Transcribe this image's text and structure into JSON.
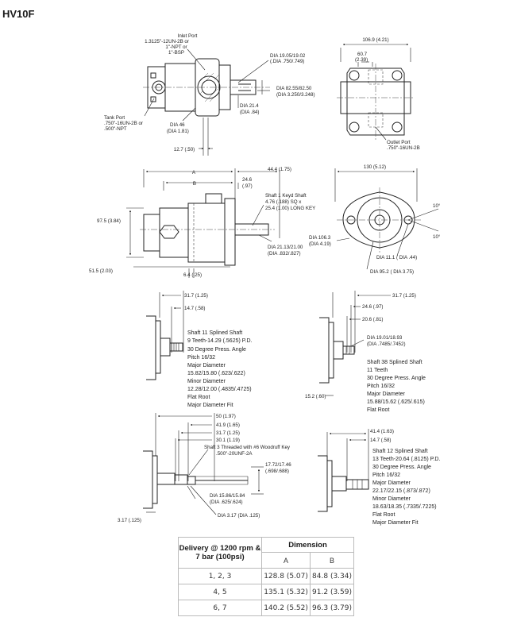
{
  "title": "HV10F",
  "top_view": {
    "inlet_port": [
      "Inlet Port",
      "1.3125\"-12UN-2B or",
      "1\"-NPT or",
      "1\"-BSP"
    ],
    "tank_port": [
      "Tank Port",
      ".750\"-16UN-2B or",
      ".500\"-NPT"
    ],
    "dia_shaft": [
      "DIA 19.05/19.02",
      "(.DIA .750/.749)"
    ],
    "dia_pilot": [
      "DIA 82.55/82.50",
      "(DIA 3.250/3.248)"
    ],
    "dia_21": [
      "DIA 21.4",
      "(DIA .84)"
    ],
    "dia_46": [
      "DIA 46",
      "(DIA 1.81)"
    ],
    "dim_12": "12.7 (.50)"
  },
  "end_view": {
    "dim_106": "106.9 (4.21)",
    "dim_60": [
      "60.7",
      "(2.39)"
    ],
    "outlet_port": [
      "Outlet Port",
      ".750\"-16UN-2B"
    ]
  },
  "side_view": {
    "a": "A",
    "b": "B",
    "dim_44": "44.4 (1.75)",
    "dim_24": [
      "24.6",
      "(.97)"
    ],
    "shaft1": [
      "Shaft 1 Keyd Shaft",
      "4.76 (.188) SQ x",
      "25.4 (1.00) LONG KEY"
    ],
    "dim_97": "97.5 (3.84)",
    "dim_51": "51.5 (2.03)",
    "dim_6": "6.4 (.25)",
    "dia_21_13": [
      "DIA 21.13/21.00",
      "(DIA .832/.827)"
    ]
  },
  "flange_view": {
    "dim_130": "130 (5.12)",
    "angle_top": "10°",
    "angle_bot": "10°",
    "dia_106": [
      "DIA 106.3",
      "(DIA 4.19)"
    ],
    "dia_11": "DIA 11.1 ( DIA .44)",
    "dia_95": "DIA 95.2 ( DIA 3.75)"
  },
  "shaft11": {
    "d1": "31.7 (1.25)",
    "d2": "14.7 (.58)",
    "text": [
      "Shaft 11 Splined Shaft",
      "9 Teeth-14.29 (.5625) P.D.",
      "30 Degree Press. Angle",
      "Pitch 16/32",
      "Major Diameter",
      "15.82/15.80 (.623/.622)",
      "Minor Diameter",
      "12.28/12.00 (.4835/.4725)",
      "Flat Root",
      "Major Diameter Fit"
    ]
  },
  "shaft38": {
    "d1": "31.7 (1.25)",
    "d2": "24.6 (.97)",
    "d3": "20.6 (.81)",
    "dia": [
      "DIA 19.01/18.93",
      "(DIA .7485/.7452)"
    ],
    "d4": "15.2 (.60)",
    "text": [
      "Shaft 38 Splined Shaft",
      "11 Teeth",
      "30 Degree Press. Angle",
      "Pitch 16/32",
      "Major Diameter",
      "15.88/15.62 (.625/.615)",
      "Flat Root"
    ]
  },
  "shaft3": {
    "d1": "50 (1.97)",
    "d2": "41.9 (1.65)",
    "d3": "31.7 (1.25)",
    "d4": "30.1 (1.19)",
    "note": [
      "Shaft 3 Threaded with #6 Woodruff Key",
      ".500\"-20UNF-2A"
    ],
    "dia_17": [
      "17.72/17.46",
      "(.698/.688)"
    ],
    "dia_15": [
      "DIA 15.86/15.84",
      "(DIA .625/.624)"
    ],
    "dia_3": "DIA 3.17 (DIA .125)",
    "d5": "3.17 (.125)"
  },
  "shaft12": {
    "d1": "41.4 (1.63)",
    "d2": "14.7 (.58)",
    "text": [
      "Shaft 12 Splined Shaft",
      "13 Teeth-20.64 (.8125) P.D.",
      "30 Degree Press. Angle",
      "Pitch 16/32",
      "Major Diameter",
      "22.17/22.15 (.873/.872)",
      "Minor Diameter",
      "18.63/18.35 (.7335/.7225)",
      "Flat Root",
      "Major Diameter Fit"
    ]
  },
  "table": {
    "head_left": "Delivery @ 1200 rpm & 7 bar (100psi)",
    "head_right": "Dimension",
    "col_a": "A",
    "col_b": "B",
    "rows": [
      {
        "delivery": "1, 2, 3",
        "a": "128.8 (5.07)",
        "b": "84.8 (3.34)"
      },
      {
        "delivery": "4, 5",
        "a": "135.1 (5.32)",
        "b": "91.2 (3.59)"
      },
      {
        "delivery": "6, 7",
        "a": "140.2 (5.52)",
        "b": "96.3 (3.79)"
      }
    ]
  }
}
